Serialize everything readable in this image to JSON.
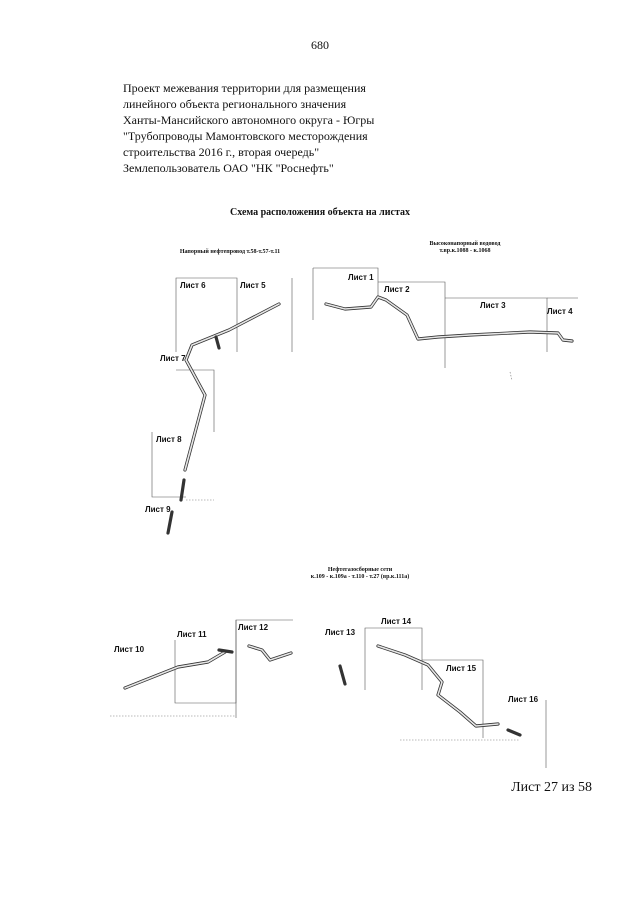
{
  "page_number": "680",
  "header_lines": [
    "Проект межевания территории для размещения",
    "линейного объекта регионального значения",
    "Ханты-Мансийского автономного округа - Югры",
    "\"Трубопроводы Мамонтовского месторождения",
    "строительства 2016 г., вторая очередь\"",
    "Землепользователь ОАО \"НК \"Роснефть\""
  ],
  "scheme_title": "Схема расположения объекта на листах",
  "groups": {
    "oil_pipeline": "Напорный нефтепровод т.58-т.57-т.11",
    "water_pipeline": [
      "Высоконапорный водовод",
      "т.вр.к.1088 - к.1068"
    ],
    "gathering_network": [
      "Нефтегазосборные сети",
      "к.109 - к.109а - т.110 - т.27 (вр.к.111а)"
    ]
  },
  "sheets": {
    "s1": "Лист 1",
    "s2": "Лист 2",
    "s3": "Лист 3",
    "s4": "Лист 4",
    "s5": "Лист 5",
    "s6": "Лист 6",
    "s7": "Лист 7",
    "s8": "Лист 8",
    "s9": "Лист 9",
    "s10": "Лист 10",
    "s11": "Лист 11",
    "s12": "Лист 12",
    "s13": "Лист 13",
    "s14": "Лист 14",
    "s15": "Лист 15",
    "s16": "Лист 16"
  },
  "footer": "Лист 27 из 58"
}
